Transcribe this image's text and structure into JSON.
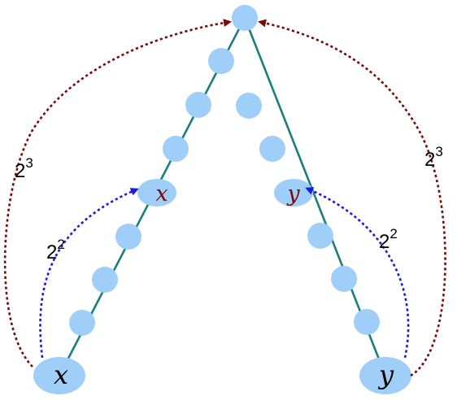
{
  "labels": {
    "x_bottom": "x",
    "y_bottom": "y",
    "x_mid": "x",
    "y_mid": "y"
  },
  "arcs": {
    "outer_left": {
      "base": "2",
      "exp": "3"
    },
    "outer_right": {
      "base": "2",
      "exp": "3"
    },
    "inner_left": {
      "base": "2",
      "exp": "2"
    },
    "inner_right": {
      "base": "2",
      "exp": "2"
    }
  },
  "colors": {
    "node_fill": "#9fcff8",
    "edge": "#1a7f7a",
    "outer_arc": "#7a0a0a",
    "inner_arc": "#1a1ae6",
    "mid_label": "#7a0a0a",
    "bottom_label": "#000000"
  }
}
